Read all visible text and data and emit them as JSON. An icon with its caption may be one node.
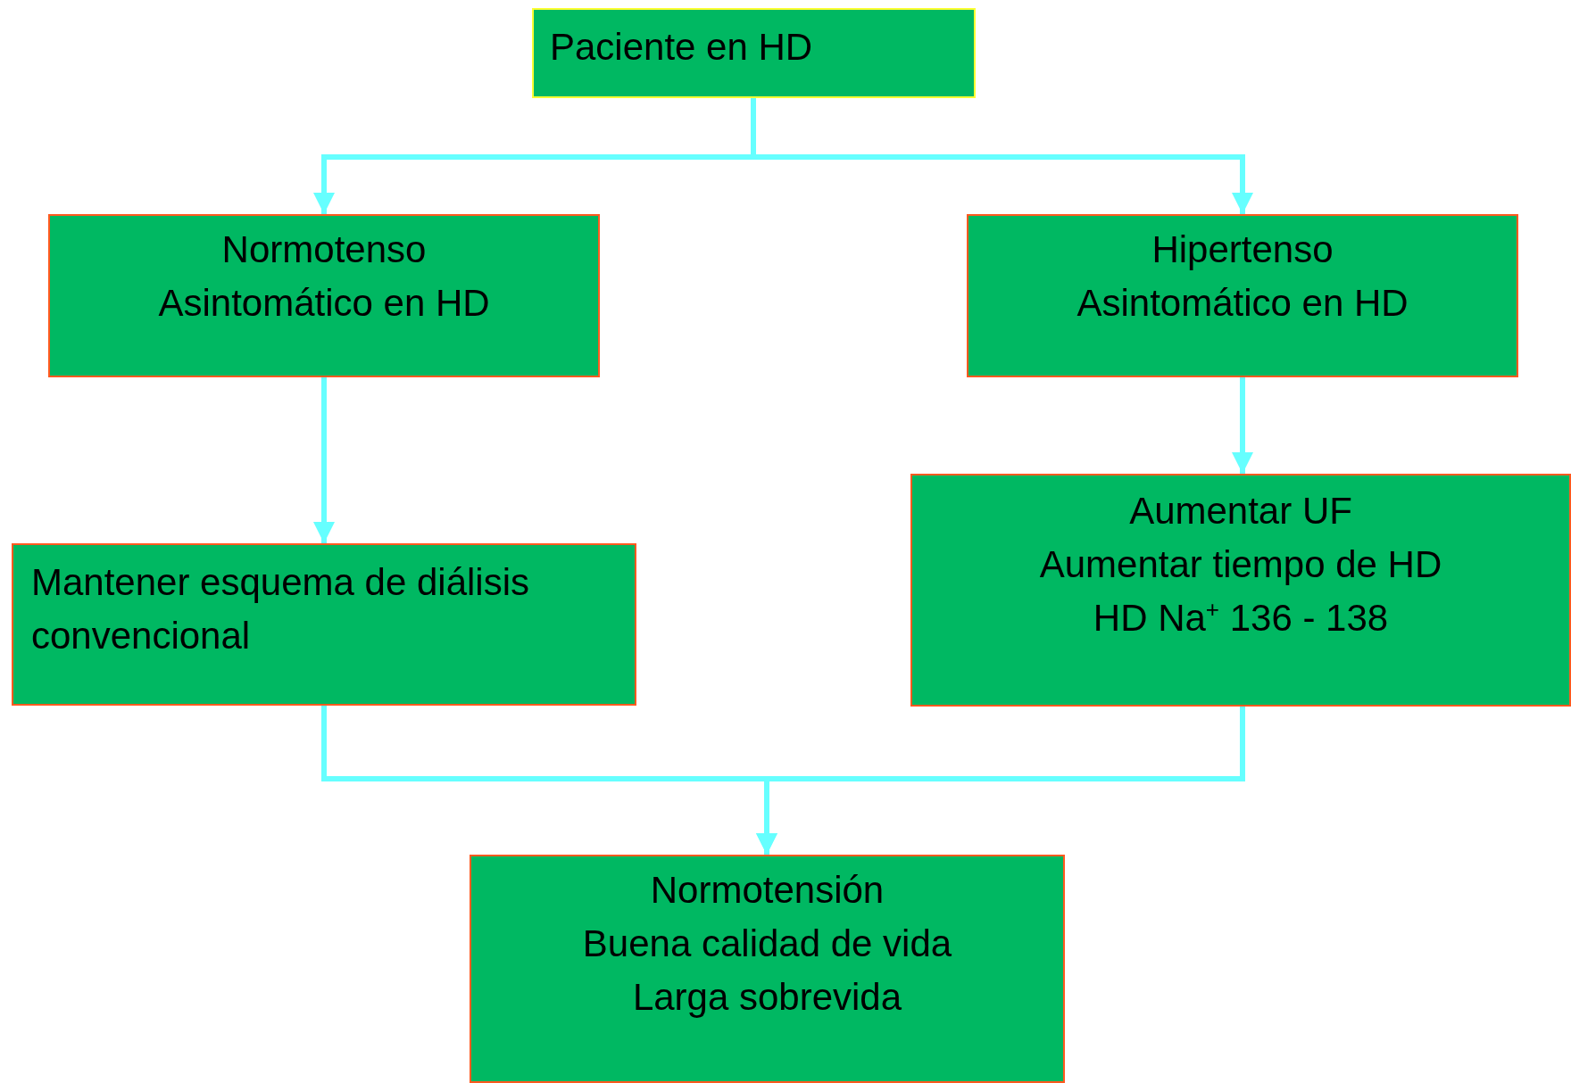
{
  "diagram": {
    "nodes": [
      {
        "text": [
          "Paciente en HD"
        ]
      },
      {
        "text": [
          "Normotenso",
          "Asintomático en HD"
        ]
      },
      {
        "text": [
          "Hipertenso",
          "Asintomático en HD"
        ]
      },
      {
        "text": [
          "Mantener esquema de diálisis convencional"
        ]
      },
      {
        "text": [
          "Aumentar UF",
          "Aumentar tiempo de HD",
          "HD Na$^{+}$ 136 - 138"
        ]
      },
      {
        "text": [
          "Normotensión",
          "Buena calidad de vida",
          "Larga sobrevida"
        ]
      }
    ],
    "edges": [
      {
        "from": 0,
        "to": 1,
        "arrow": "to"
      },
      {
        "from": 0,
        "to": 2,
        "arrow": "to"
      },
      {
        "from": 1,
        "to": 3,
        "arrow": "to"
      },
      {
        "from": 2,
        "to": 4,
        "arrow": "to"
      },
      {
        "from": 3,
        "to": 5,
        "arrow": "to"
      },
      {
        "from": 4,
        "to": 5,
        "arrow": "to"
      }
    ]
  }
}
